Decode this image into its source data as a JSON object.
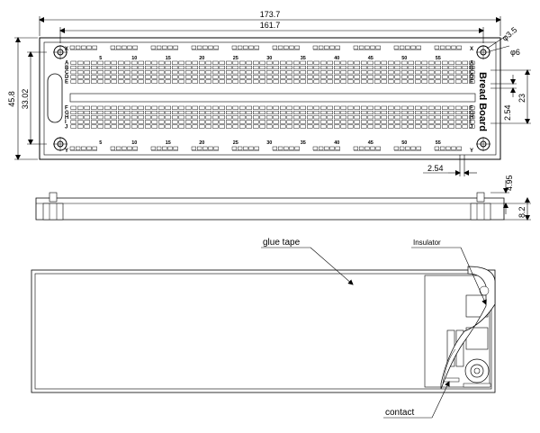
{
  "top_view": {
    "dims": {
      "overall_width": "173.7",
      "hole_span": "161.7",
      "overall_height": "45.8",
      "inner_height": "33.02",
      "hole_diameter_large": "φ3.5",
      "hole_diameter_small": "φ6",
      "pitch_vertical": "2.54",
      "terminal_span": "23",
      "pitch_horizontal": "2.54"
    },
    "rail_label_top": "X",
    "rail_label_bottom": "Y",
    "row_labels_top": [
      "A",
      "B",
      "C",
      "D",
      "E"
    ],
    "row_labels_bottom": [
      "F",
      "G",
      "H",
      "I",
      "J"
    ],
    "column_numbers": [
      "5",
      "10",
      "15",
      "20",
      "25",
      "30",
      "35",
      "40",
      "45",
      "50",
      "55"
    ],
    "brand_text": "Bread Board"
  },
  "side_view": {
    "dims": {
      "pin_height": "4.95",
      "total_height": "8.2"
    }
  },
  "bottom_view": {
    "label_glue_tape": "glue tape",
    "label_insulator": "Insulator",
    "label_contact": "contact"
  }
}
